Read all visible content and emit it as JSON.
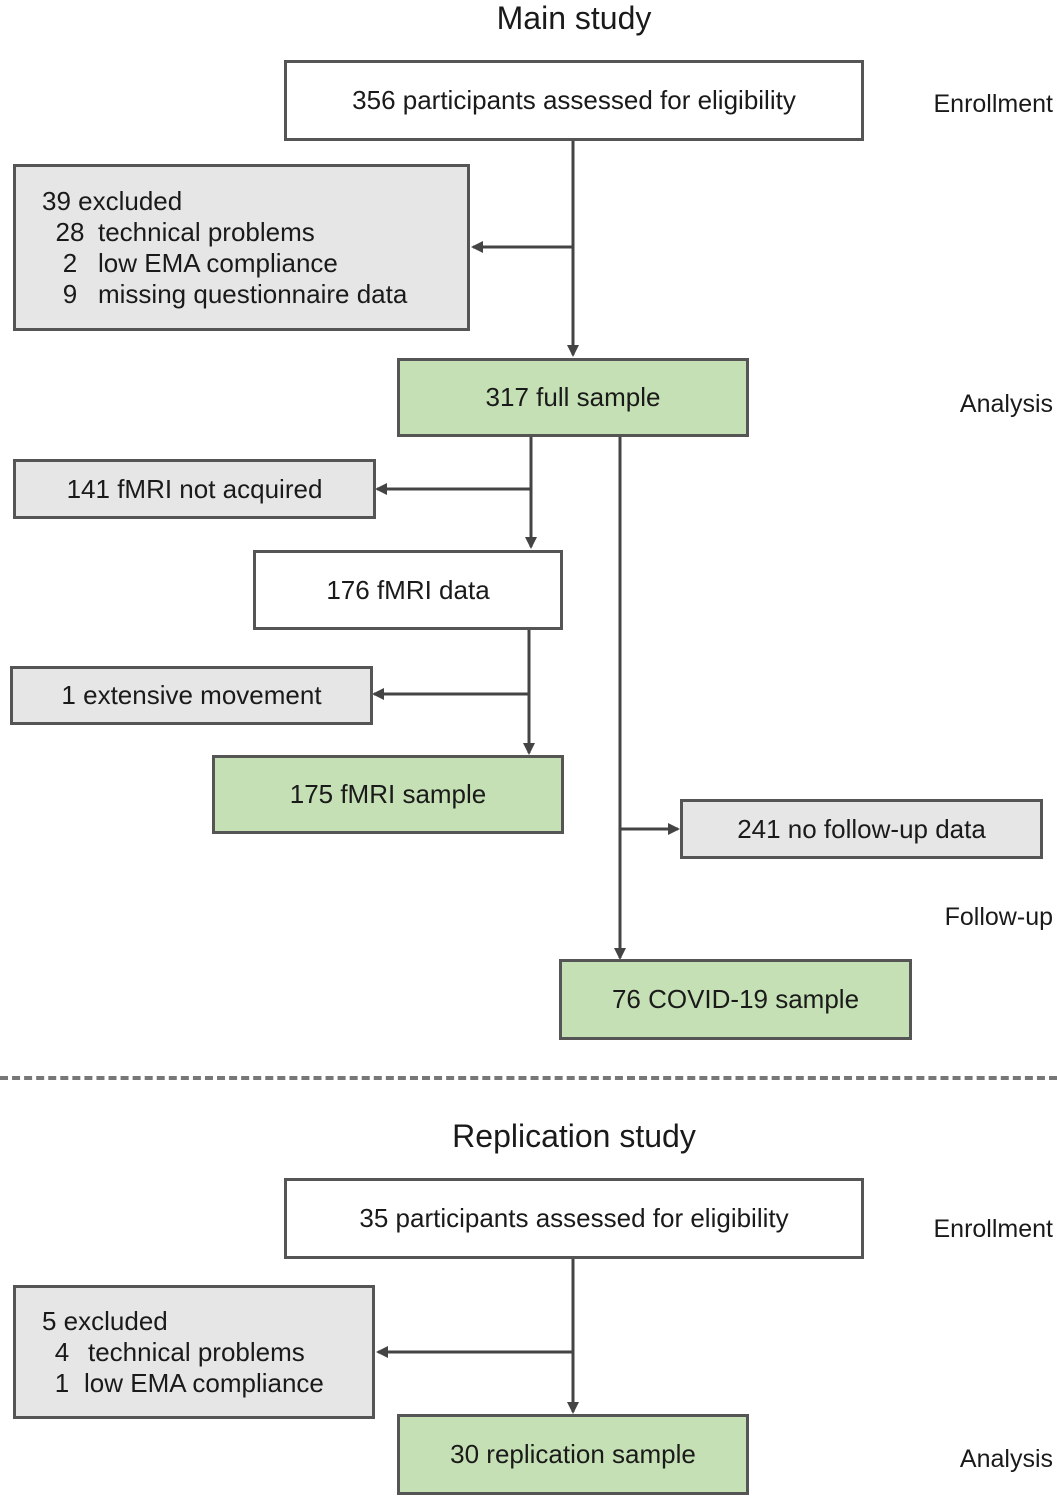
{
  "main": {
    "title": "Main study",
    "enrollment_label": "Enrollment",
    "analysis_label": "Analysis",
    "followup_label": "Follow-up",
    "assessed": "356 participants assessed for eligibility",
    "excluded": {
      "header": "39 excluded",
      "items": [
        {
          "n": "28",
          "reason": "technical problems"
        },
        {
          "n": "2",
          "reason": "low EMA compliance"
        },
        {
          "n": "9",
          "reason": "missing questionnaire data"
        }
      ]
    },
    "full_sample": "317 full sample",
    "fmri_not_acquired": "141 fMRI not acquired",
    "fmri_data": "176 fMRI data",
    "extensive_movement": "1 extensive movement",
    "fmri_sample": "175 fMRI sample",
    "no_followup": "241 no follow-up data",
    "covid_sample": "76 COVID-19 sample"
  },
  "replication": {
    "title": "Replication study",
    "enrollment_label": "Enrollment",
    "analysis_label": "Analysis",
    "assessed": "35 participants assessed for eligibility",
    "excluded": {
      "header": "5 excluded",
      "items": [
        {
          "n": "4",
          "reason": "technical problems"
        },
        {
          "n": "1",
          "reason": "low EMA compliance"
        }
      ]
    },
    "replication_sample": "30 replication sample"
  },
  "colors": {
    "neutral_box": "#ffffff",
    "excluded_box": "#e6e6e6",
    "sample_box": "#c5e0b4",
    "border": "#555555",
    "arrow": "#444444"
  }
}
